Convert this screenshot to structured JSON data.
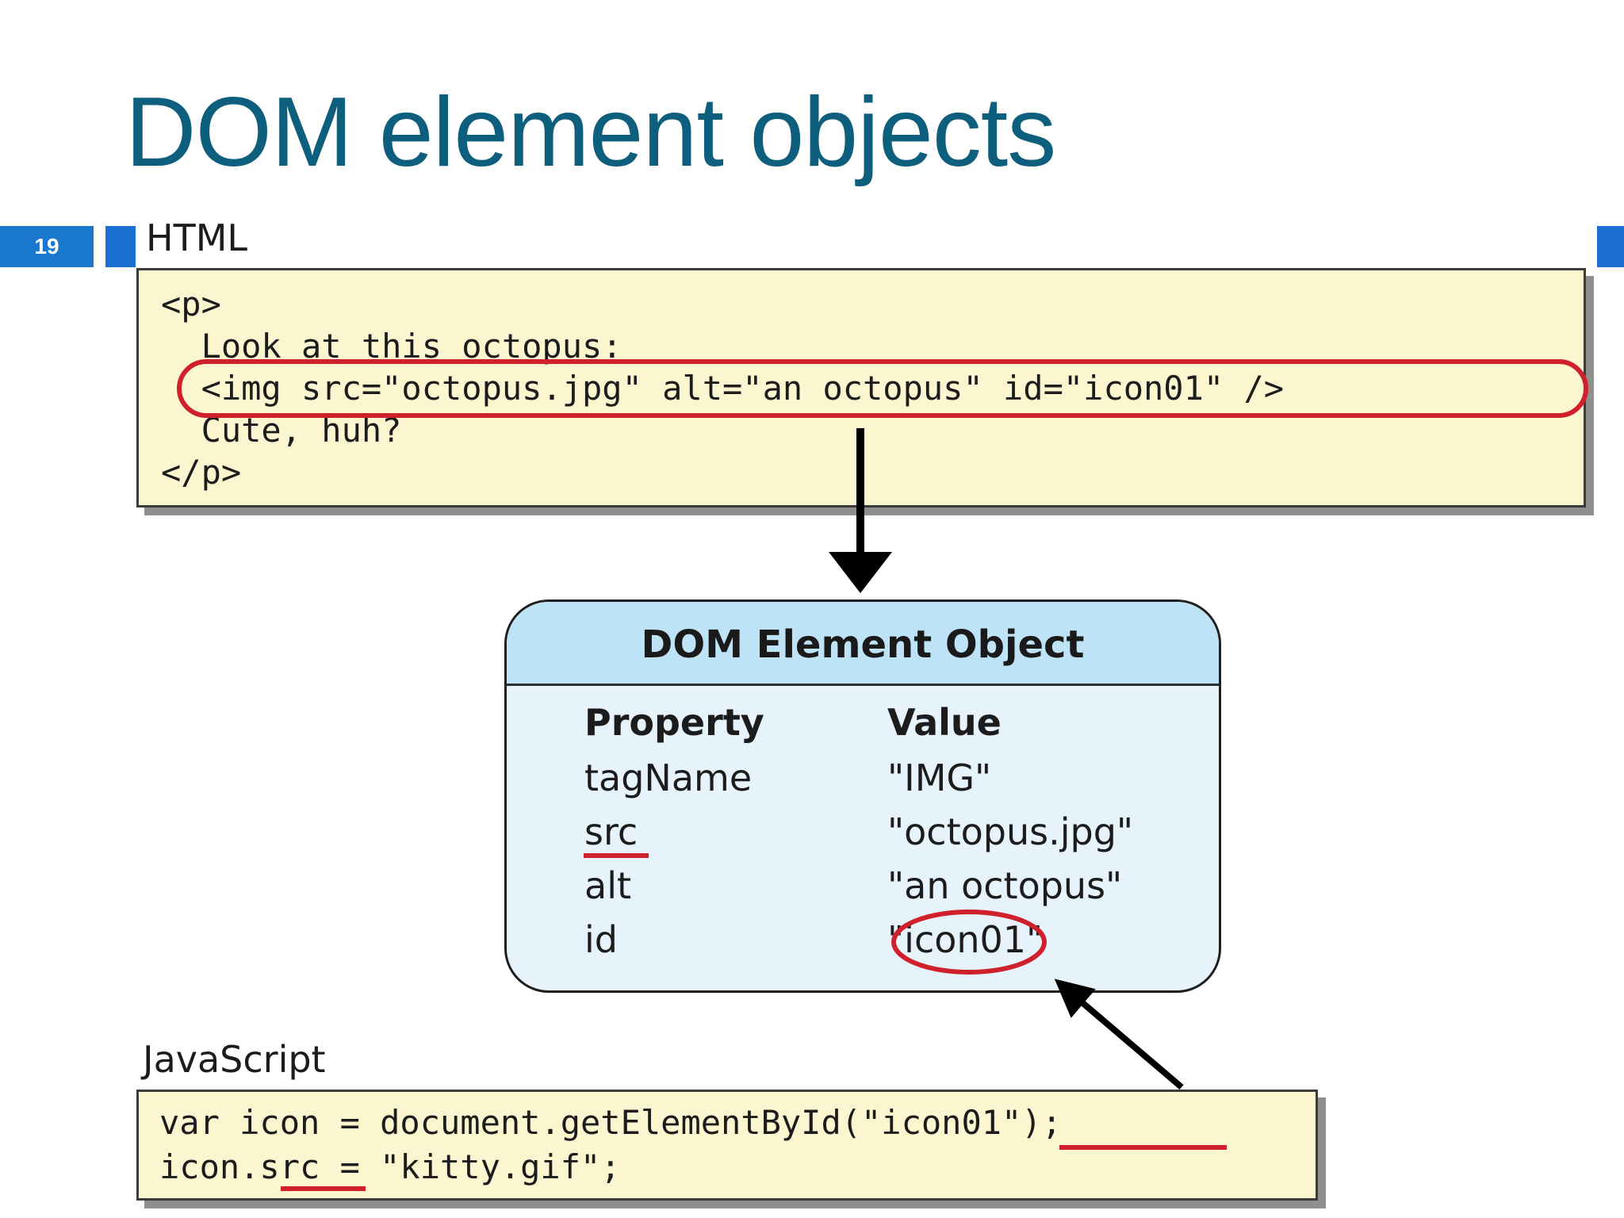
{
  "slide": {
    "title": "DOM element objects",
    "number": "19"
  },
  "html_section": {
    "label": "HTML",
    "lines": [
      "<p>",
      "  Look at this octopus:",
      "  <img src=\"octopus.jpg\" alt=\"an octopus\" id=\"icon01\" />",
      "  Cute, huh?",
      "</p>"
    ]
  },
  "dom_object": {
    "title": "DOM Element Object",
    "headers": {
      "property": "Property",
      "value": "Value"
    },
    "rows": [
      {
        "property": "tagName",
        "value": "\"IMG\""
      },
      {
        "property": "src",
        "value": "\"octopus.jpg\""
      },
      {
        "property": "alt",
        "value": "\"an octopus\""
      },
      {
        "property": "id",
        "value": "\"icon01\""
      }
    ]
  },
  "js_section": {
    "label": "JavaScript",
    "lines": [
      "var icon = document.getElementById(\"icon01\");",
      "icon.src = \"kitty.gif\";"
    ]
  },
  "colors": {
    "title": "#0e5f7d",
    "accent_blue": "#1a78cf",
    "code_bg": "#fbf6cf",
    "dom_header_bg": "#bfe3f6",
    "dom_body_bg": "#e7f3fb",
    "highlight": "#d0202c"
  }
}
